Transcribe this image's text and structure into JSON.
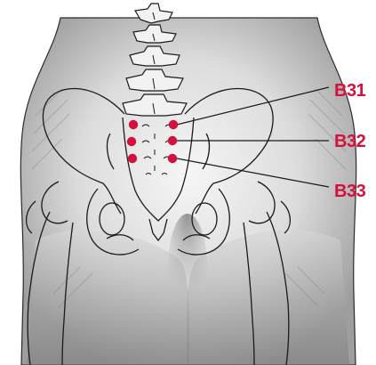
{
  "labels": {
    "b31": "B31",
    "b32": "B32",
    "b33": "B33"
  },
  "colors": {
    "accent": "#d4103c",
    "line": "#1a1a1a"
  }
}
